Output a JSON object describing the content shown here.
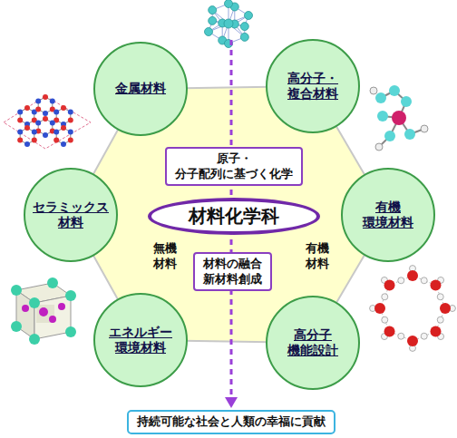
{
  "diagram": {
    "nodes": [
      {
        "text": [
          "金属材料"
        ]
      },
      {
        "text": [
          "高分子・ 複合材料"
        ]
      },
      {
        "text": [
          "セラミックス 材料"
        ]
      },
      {
        "text": [
          "原子・分子配列に基づく化学"
        ]
      },
      {
        "text": [
          "材料化学科"
        ]
      },
      {
        "text": [
          "有機 環境材料"
        ]
      },
      {
        "text": [
          "材料の融合 新材料創成"
        ]
      },
      {
        "text": [
          "エネルギー 環境材料"
        ]
      },
      {
        "text": [
          "高分子 機能設計"
        ]
      },
      {
        "text": [
          "持続可能な社会と人類の幸福に貢献"
        ]
      }
    ],
    "labels": [
      "無機 材料",
      "有機 材料"
    ]
  }
}
